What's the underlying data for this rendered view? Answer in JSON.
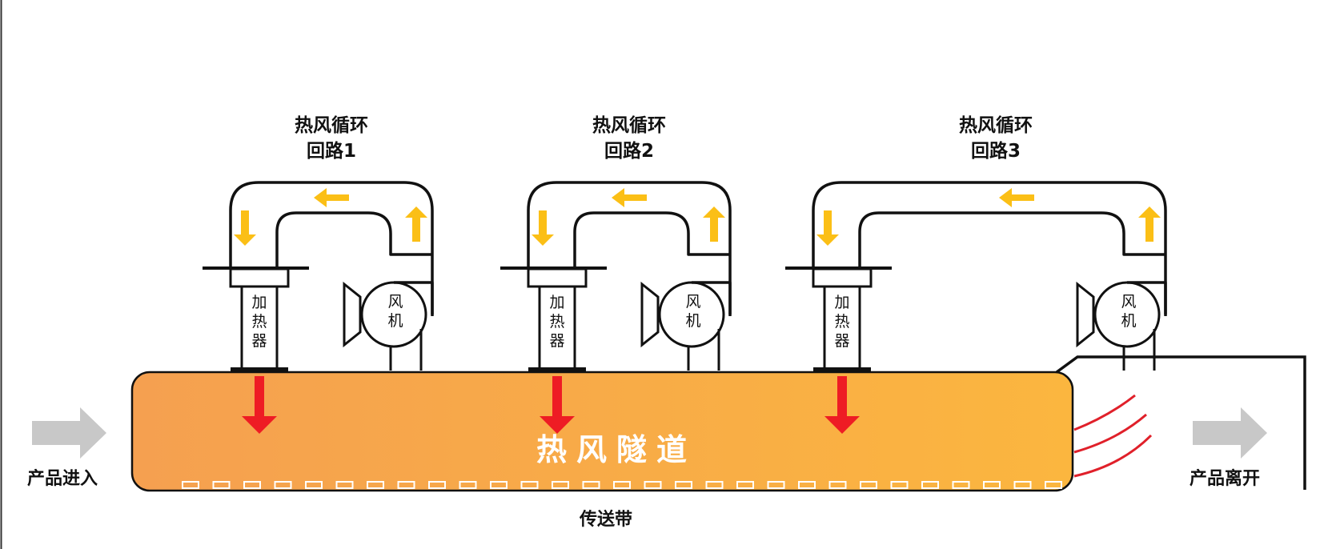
{
  "loops": [
    {
      "title_line1": "热风循环",
      "title_line2": "回路1",
      "heater_label": "加\n热\n器",
      "fan_label": "风\n机"
    },
    {
      "title_line1": "热风循环",
      "title_line2": "回路2",
      "heater_label": "加\n热\n器",
      "fan_label": "风\n机"
    },
    {
      "title_line1": "热风循环",
      "title_line2": "回路3",
      "heater_label": "加\n热\n器",
      "fan_label": "风\n机"
    }
  ],
  "tunnel_label": "热风隧道",
  "conveyor_label": "传送带",
  "entry_label": "产品进入",
  "exit_label": "产品离开",
  "colors": {
    "tunnel_left": "#f5a050",
    "tunnel_right": "#fbb63f",
    "flow_arrow": "#fbbf16",
    "heat_arrow": "#ee1c24",
    "product_arrow": "#c8c8c8",
    "exit_heat_lines": "#e0202a"
  }
}
